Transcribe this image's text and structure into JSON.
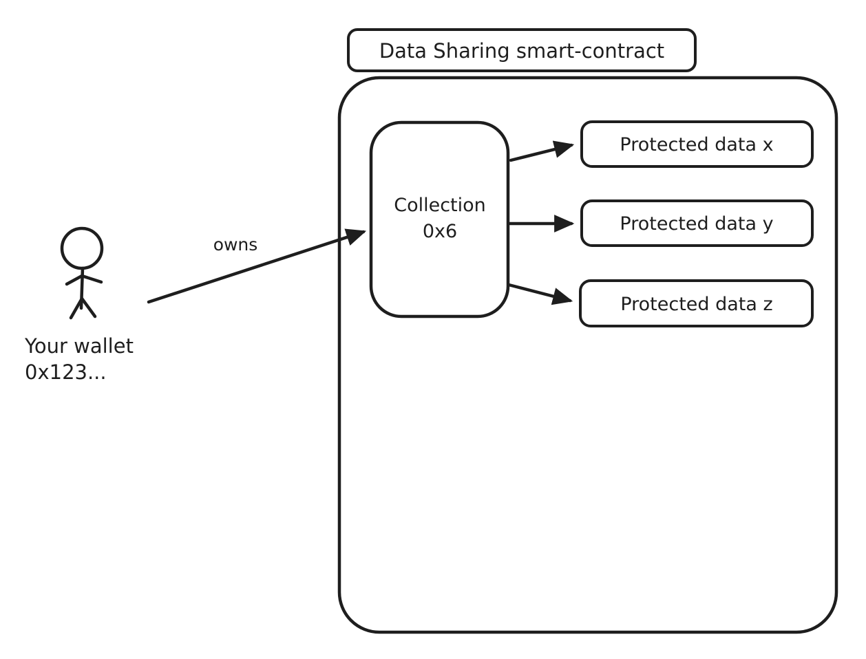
{
  "diagram": {
    "colors": {
      "stroke": "#1e1e1e",
      "background": "#ffffff"
    },
    "container": {
      "title": "Data Sharing smart-contract"
    },
    "actor": {
      "label_line1": "Your wallet",
      "label_line2": "0x123..."
    },
    "relation": {
      "label": "owns"
    },
    "collection": {
      "label_line1": "Collection",
      "label_line2": "0x6"
    },
    "protected_data": {
      "x": "Protected data x",
      "y": "Protected data y",
      "z": "Protected data z"
    }
  }
}
